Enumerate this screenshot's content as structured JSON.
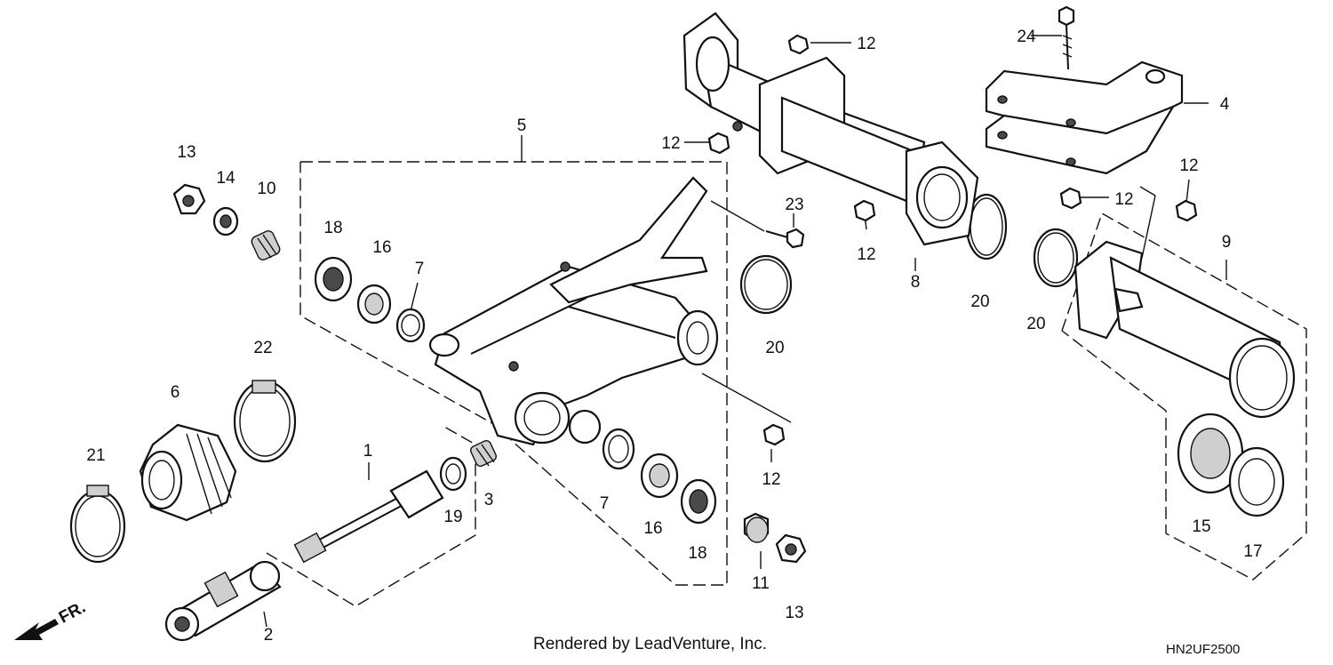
{
  "callouts": [
    "1",
    "2",
    "3",
    "4",
    "5",
    "6",
    "7",
    "7",
    "8",
    "9",
    "10",
    "11",
    "12",
    "12",
    "12",
    "12",
    "12",
    "12",
    "12",
    "12",
    "13",
    "13",
    "14",
    "15",
    "16",
    "16",
    "17",
    "18",
    "18",
    "19",
    "20",
    "20",
    "20",
    "21",
    "22",
    "23",
    "24"
  ],
  "front_indicator": "FR.",
  "credit": "Rendered by LeadVenture, Inc.",
  "diagram_code": "HN2UF2500",
  "colors": {
    "ink": "#111111",
    "background": "#ffffff"
  }
}
